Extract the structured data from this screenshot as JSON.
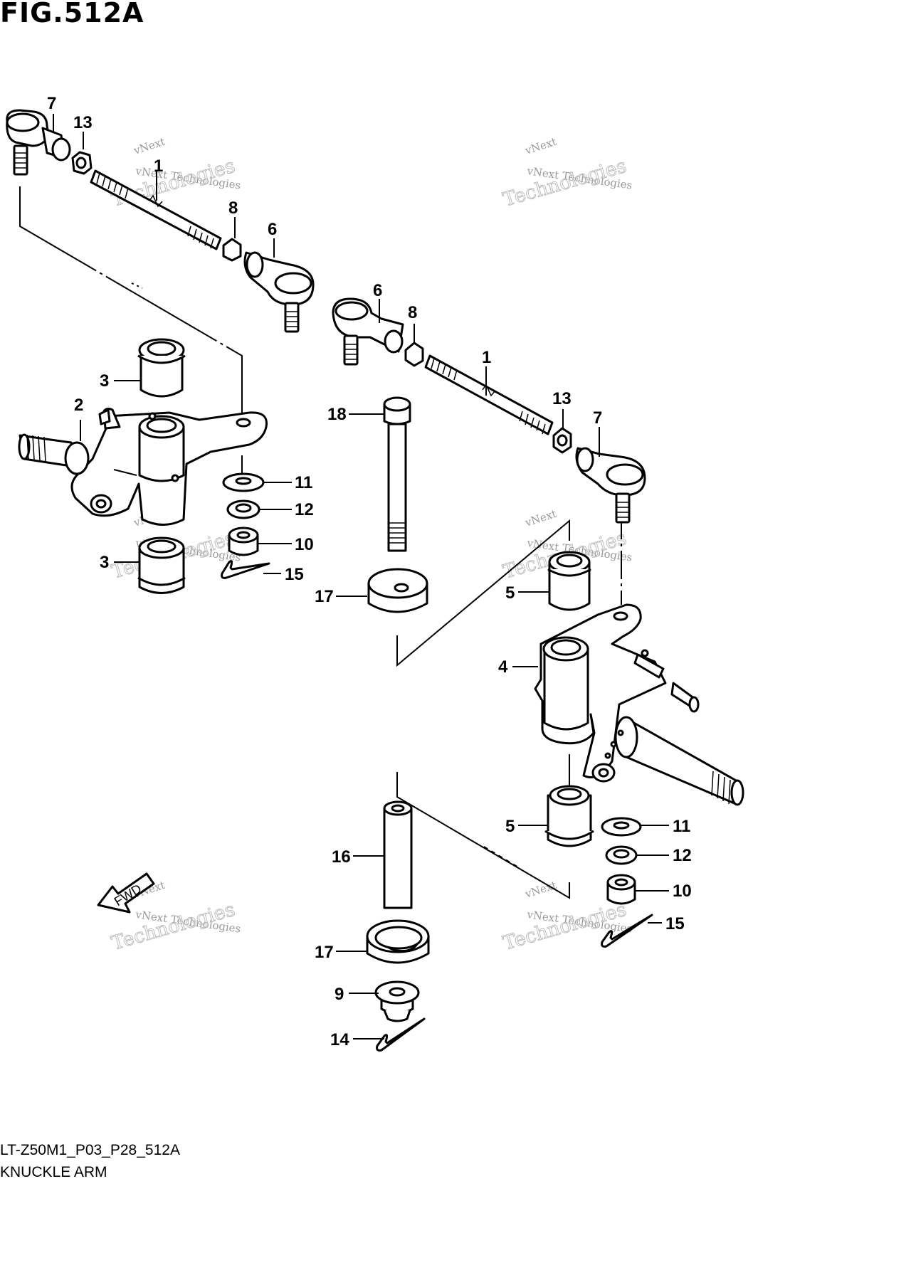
{
  "figure": {
    "title": "FIG.512A",
    "code": "LT-Z50M1_P03_P28_512A",
    "caption": "KNUCKLE ARM"
  },
  "fwd_label": "FWD",
  "watermark": {
    "line1": "vNext Technologies",
    "line2": "vNext",
    "line3": "Technologies"
  },
  "callouts": [
    {
      "id": "c7a",
      "text": "7"
    },
    {
      "id": "c13a",
      "text": "13"
    },
    {
      "id": "c1a",
      "text": "1"
    },
    {
      "id": "c8a",
      "text": "8"
    },
    {
      "id": "c6a",
      "text": "6"
    },
    {
      "id": "c6b",
      "text": "6"
    },
    {
      "id": "c8b",
      "text": "8"
    },
    {
      "id": "c1b",
      "text": "1"
    },
    {
      "id": "c13b",
      "text": "13"
    },
    {
      "id": "c7b",
      "text": "7"
    },
    {
      "id": "c3a",
      "text": "3"
    },
    {
      "id": "c2",
      "text": "2"
    },
    {
      "id": "c18",
      "text": "18"
    },
    {
      "id": "c11a",
      "text": "11"
    },
    {
      "id": "c12a",
      "text": "12"
    },
    {
      "id": "c10a",
      "text": "10"
    },
    {
      "id": "c3b",
      "text": "3"
    },
    {
      "id": "c15a",
      "text": "15"
    },
    {
      "id": "c17a",
      "text": "17"
    },
    {
      "id": "c5a",
      "text": "5"
    },
    {
      "id": "c4",
      "text": "4"
    },
    {
      "id": "c16",
      "text": "16"
    },
    {
      "id": "c5b",
      "text": "5"
    },
    {
      "id": "c11b",
      "text": "11"
    },
    {
      "id": "c12b",
      "text": "12"
    },
    {
      "id": "c10b",
      "text": "10"
    },
    {
      "id": "c15b",
      "text": "15"
    },
    {
      "id": "c17b",
      "text": "17"
    },
    {
      "id": "c9",
      "text": "9"
    },
    {
      "id": "c14",
      "text": "14"
    }
  ]
}
